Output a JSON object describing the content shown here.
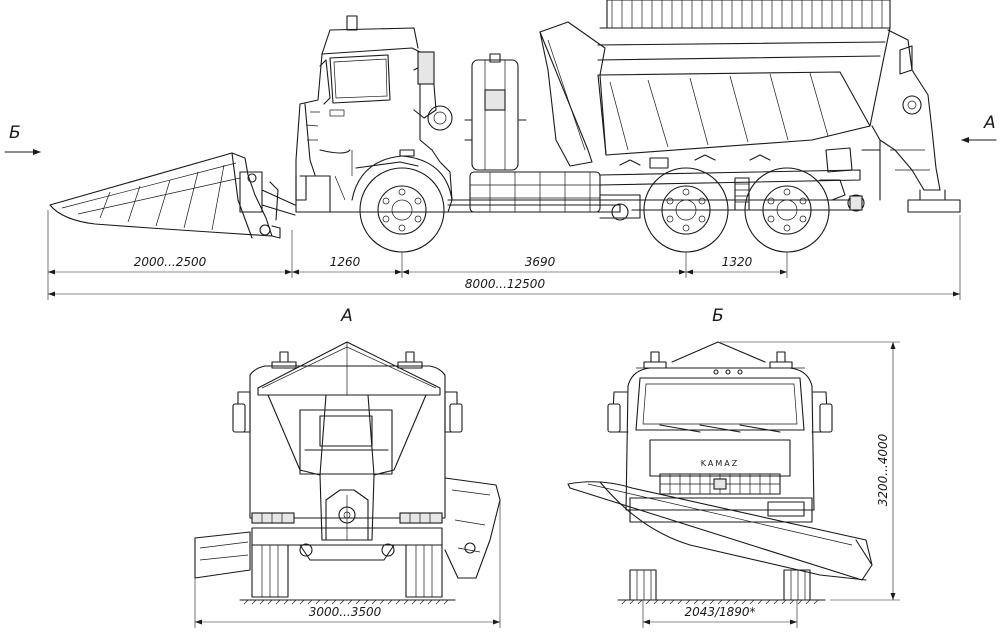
{
  "views": {
    "side": {
      "arrow_left": "Б",
      "arrow_right": "А"
    },
    "rear": {
      "title": "А"
    },
    "front": {
      "title": "Б"
    }
  },
  "dimensions": {
    "plow_overhang": "2000...2500",
    "front_to_axle": "1260",
    "wheelbase": "3690",
    "rear_tandem": "1320",
    "overall_length": "8000...12500",
    "rear_width": "3000...3500",
    "track_width": "2043/1890*",
    "overall_height": "3200...4000"
  },
  "labels": {
    "brand": "KAMAZ"
  }
}
